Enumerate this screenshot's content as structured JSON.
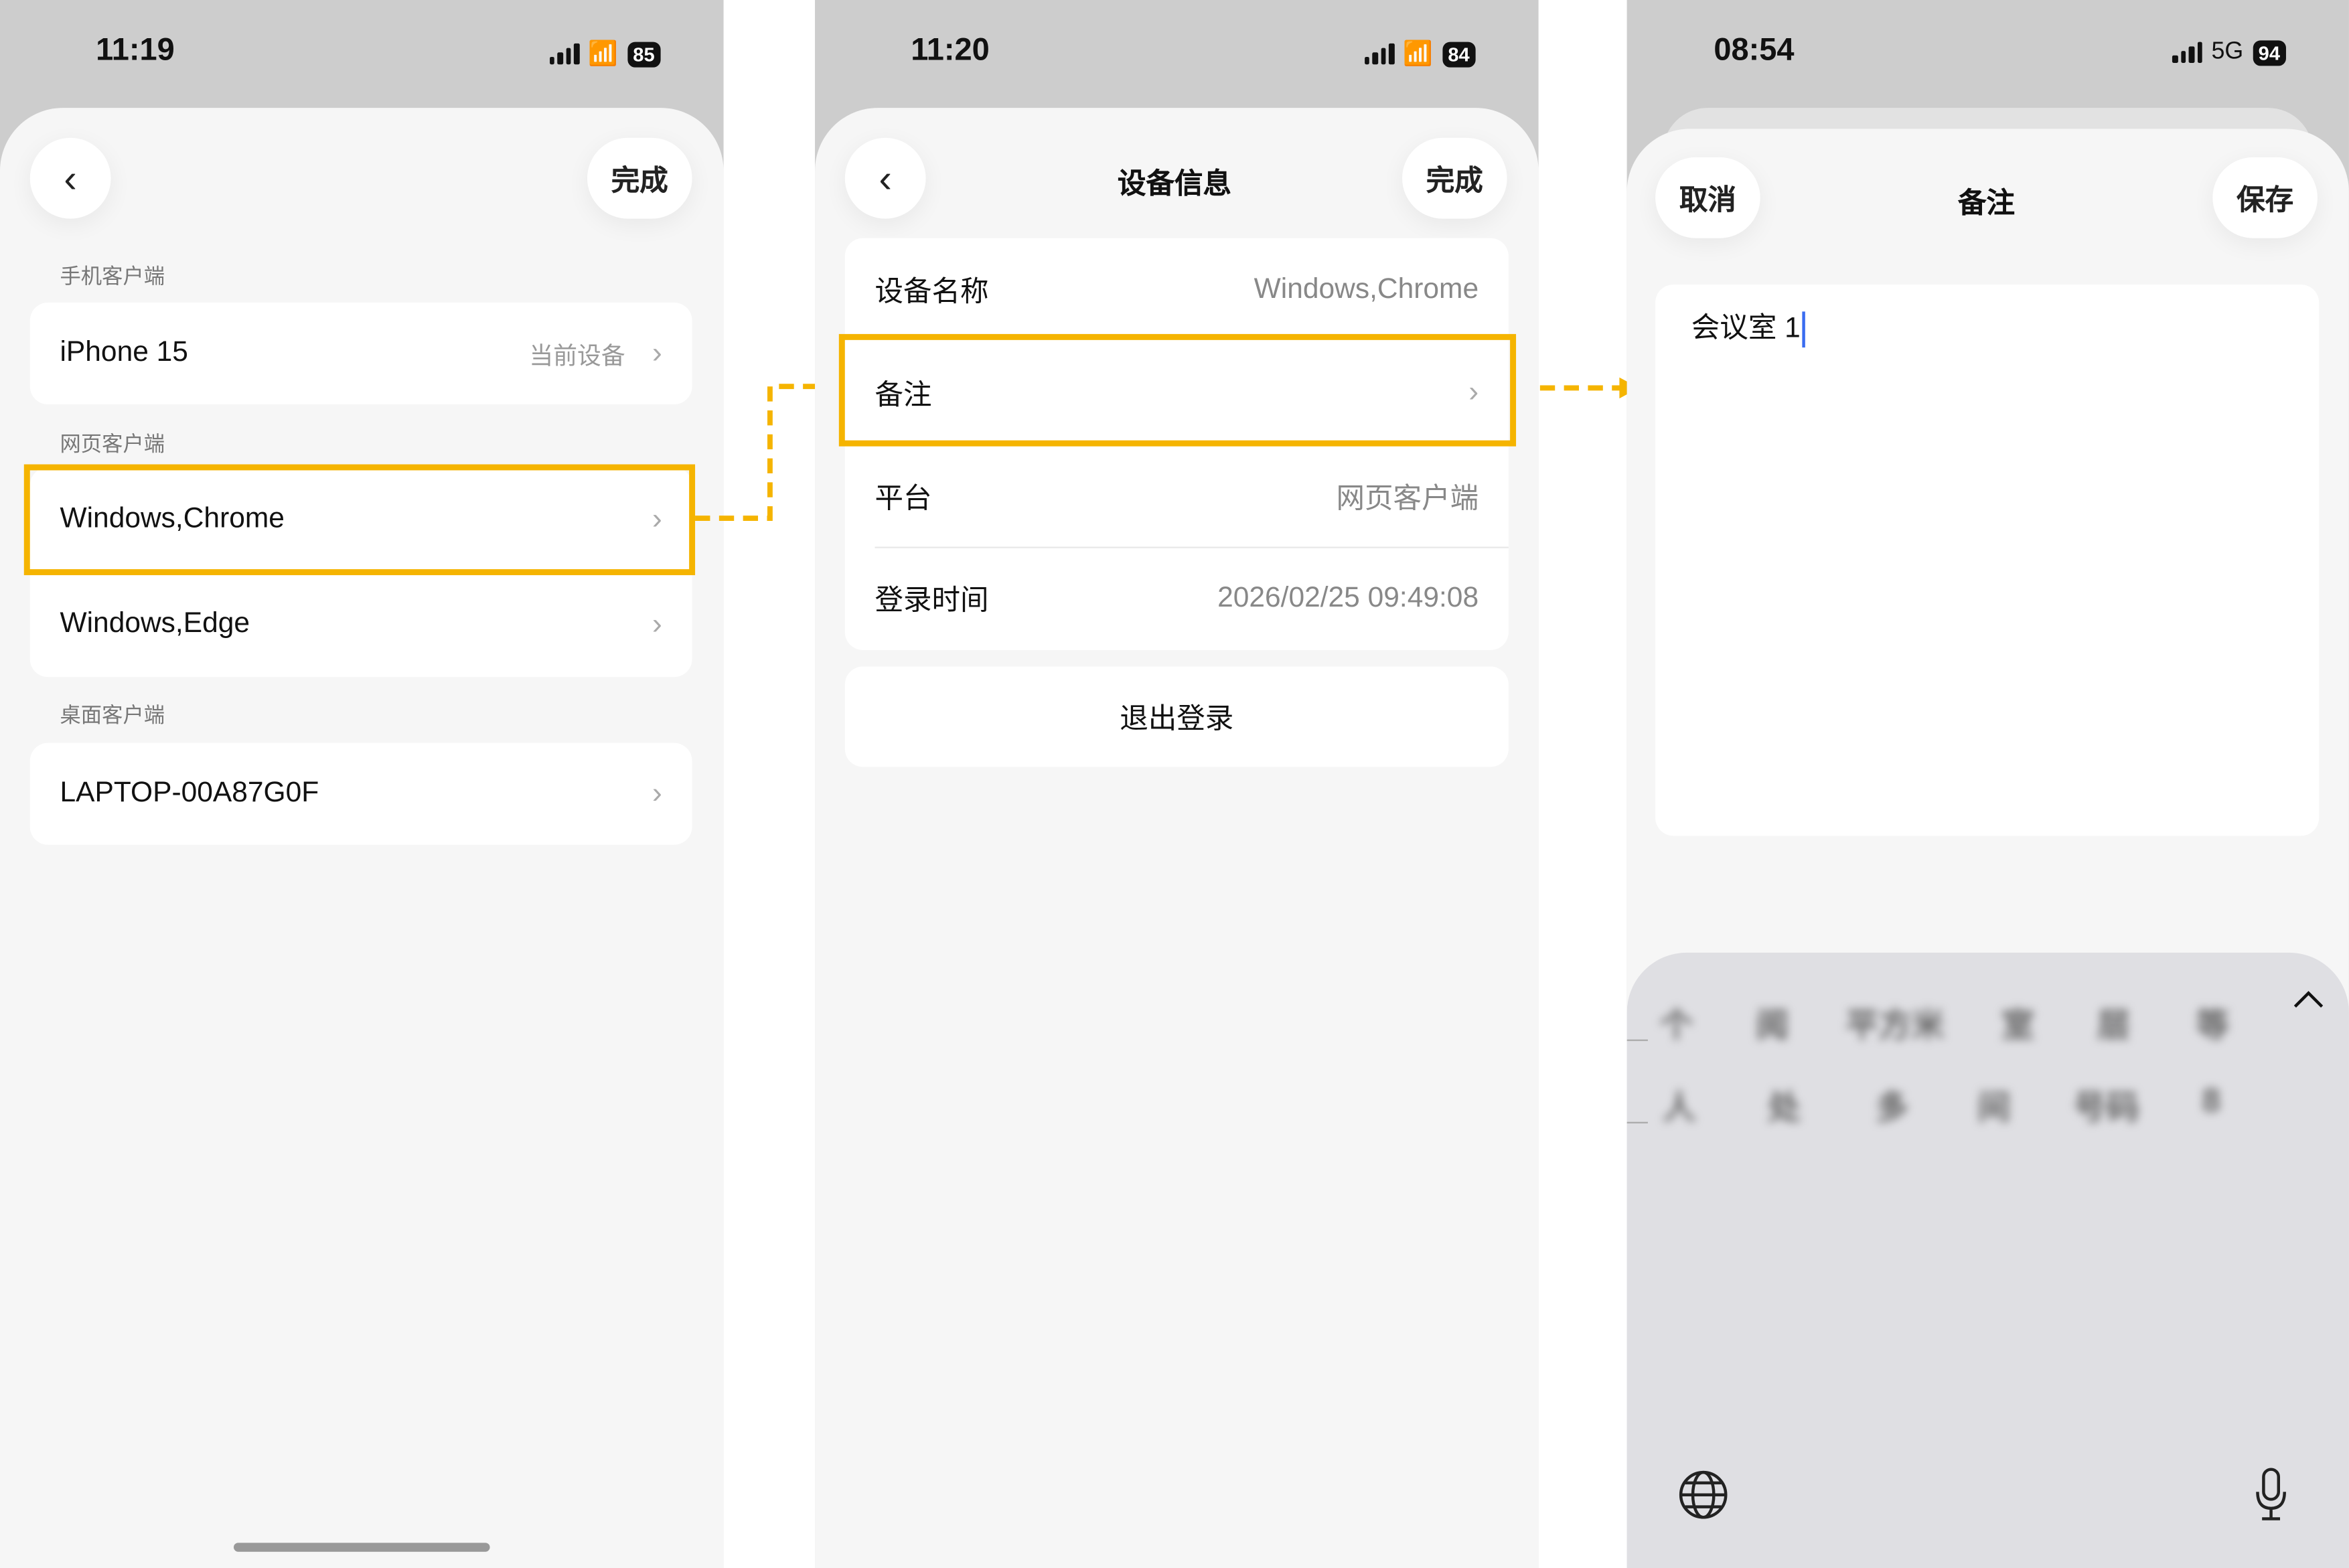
{
  "screen1": {
    "status": {
      "time": "11:19",
      "battery": "85"
    },
    "done": "完成",
    "sections": [
      {
        "label": "手机客户端",
        "items": [
          {
            "name": "iPhone 15",
            "sub": "当前设备"
          }
        ]
      },
      {
        "label": "网页客户端",
        "items": [
          {
            "name": "Windows,Chrome"
          },
          {
            "name": "Windows,Edge"
          }
        ]
      },
      {
        "label": "桌面客户端",
        "items": [
          {
            "name": "LAPTOP-00A87G0F"
          }
        ]
      }
    ]
  },
  "screen2": {
    "status": {
      "time": "11:20",
      "battery": "84"
    },
    "title": "设备信息",
    "done": "完成",
    "rows": [
      {
        "label": "设备名称",
        "value": "Windows,Chrome"
      },
      {
        "label": "备注",
        "value": ""
      },
      {
        "label": "平台",
        "value": "网页客户端"
      },
      {
        "label": "登录时间",
        "value": "2026/02/25 09:49:08"
      }
    ],
    "logout": "退出登录"
  },
  "screen3": {
    "status": {
      "time": "08:54",
      "network": "5G",
      "battery": "94"
    },
    "cancel": "取消",
    "title": "备注",
    "save": "保存",
    "note_value": "会议室 1",
    "candidates_row1": [
      "个",
      "阅",
      "平方米",
      "室",
      "层",
      "等"
    ],
    "candidates_row2": [
      "人",
      "处",
      "多",
      "间",
      "号码",
      "8"
    ]
  },
  "colors": {
    "highlight": "#f5b400",
    "cursor": "#3a6cf0"
  }
}
